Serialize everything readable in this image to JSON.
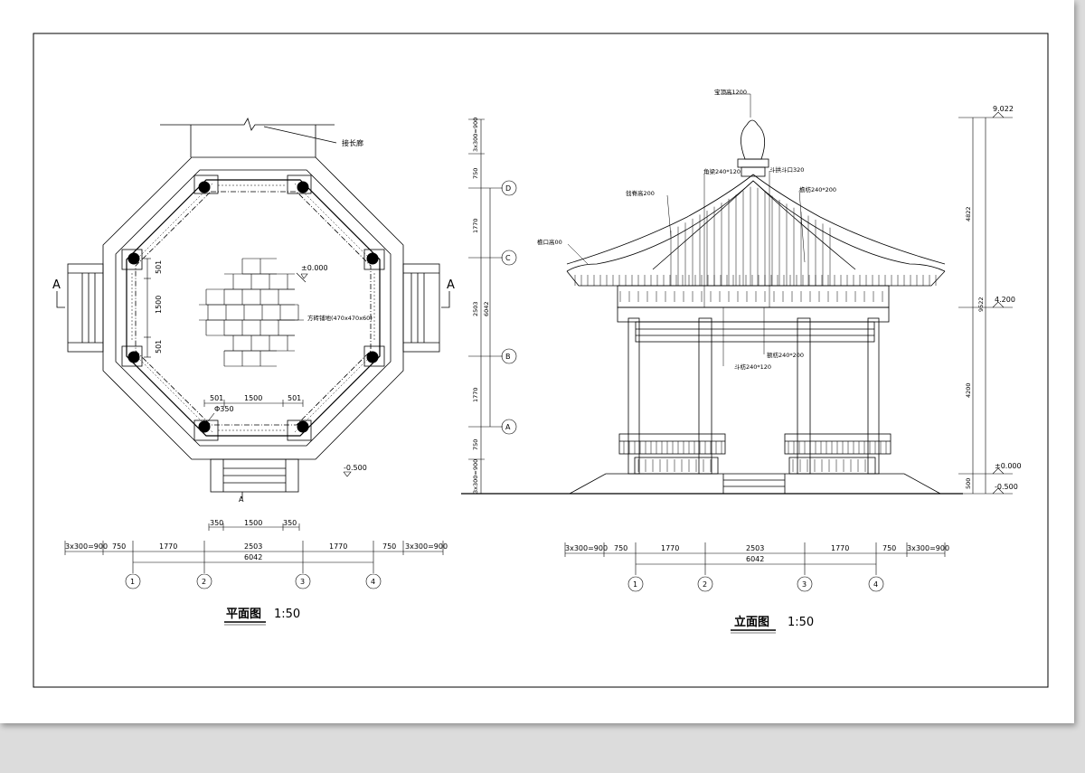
{
  "colors": {
    "line": "#000000",
    "paper": "#ffffff",
    "background": "#dcdcdc"
  },
  "plan": {
    "title": "平面图",
    "scale": "1:50",
    "section_mark": "A",
    "corridor_label": "接长廊",
    "elevation_zero": "±0.000",
    "elevation_ground": "-0.500",
    "floor_tile_label": "方砖铺地(470x470x60)",
    "dims_center": [
      "501",
      "1500",
      "501"
    ],
    "col_dia": "Φ350",
    "dims_v": [
      "501",
      "1500",
      "501"
    ],
    "dims_top": [
      "350",
      "1500",
      "350"
    ],
    "dims_bottom": [
      "3x300=900",
      "750",
      "1770",
      "2503",
      "1770",
      "750",
      "3x300=900"
    ],
    "dims_total": "6042",
    "axes": [
      "1",
      "2",
      "3",
      "4"
    ]
  },
  "elevation": {
    "title": "立面图",
    "scale": "1:50",
    "labels": {
      "finial": "宝顶高1200",
      "rafter": "角梁240*120",
      "ridge": "戗脊高200",
      "bracket": "斗拱斗口320",
      "eave": "檐口高00",
      "beam": "檐枋240*200",
      "lintel": "额枋240*200",
      "purlin": "斗枋240*120"
    },
    "left_dims": [
      "3x300=900",
      "750",
      "1770",
      "2503",
      "1770",
      "750",
      "3x300=900"
    ],
    "left_total": "6042",
    "axes_left": [
      "D",
      "C",
      "B",
      "A"
    ],
    "right_dims": [
      "4822",
      "9522",
      "4200",
      "500"
    ],
    "levels": [
      "9.022",
      "4.200",
      "±0.000",
      "-0.500"
    ],
    "dims_bottom": [
      "3x300=900",
      "750",
      "1770",
      "2503",
      "1770",
      "750",
      "3x300=900"
    ],
    "dims_total": "6042",
    "axes": [
      "1",
      "2",
      "3",
      "4"
    ]
  }
}
